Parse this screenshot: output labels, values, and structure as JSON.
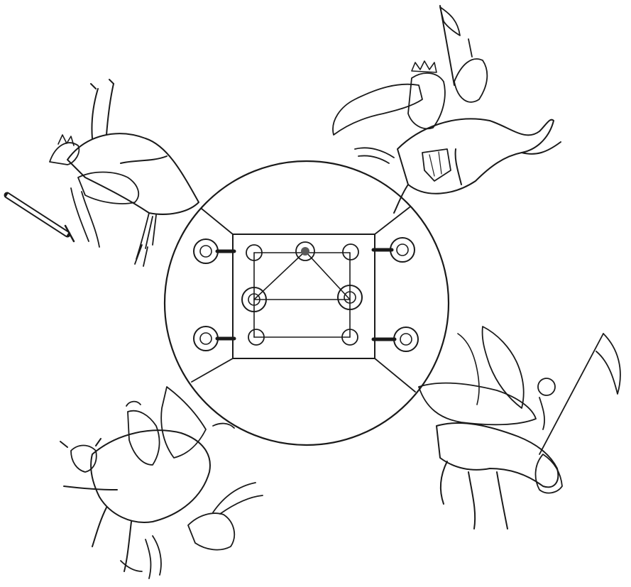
{
  "figure": {
    "theme": "four-riders-around-board-diagram",
    "colors": {
      "ink": "#1a1a1a",
      "paper": "#ffffff",
      "node_fill": "#bdbdbd",
      "node_dark": "#8a8a8a",
      "board_fill": "#fafafa"
    },
    "riders": [
      "cockerel-rider-top-left",
      "crowned-rider-on-unicorn-top-right",
      "winged-rider-on-horse-bottom-right",
      "rider-on-bull-with-hare-bottom-left"
    ]
  }
}
